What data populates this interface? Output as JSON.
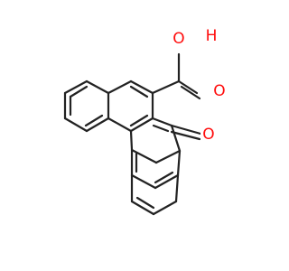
{
  "molecule": {
    "colors": {
      "bond": "#222222",
      "oxygen": "#ff0d0d",
      "background": "#ffffff"
    },
    "atom_labels": {
      "hydroxyl_o": "O",
      "hydroxyl_h": "H",
      "carbonyl_o": "O",
      "ketone_o": "O"
    }
  }
}
